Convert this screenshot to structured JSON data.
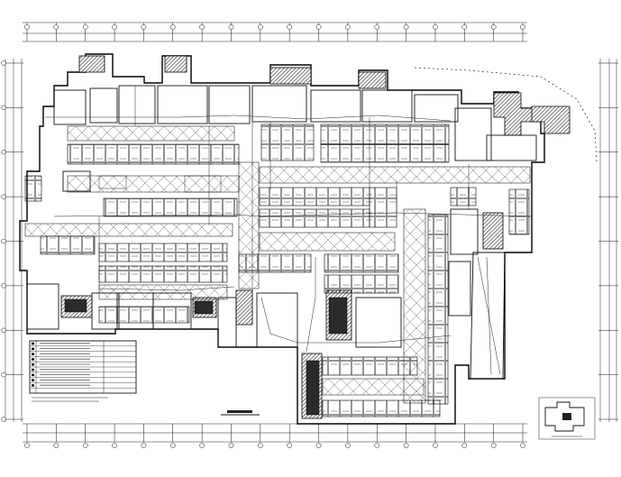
{
  "drawing": {
    "type": "basement floor electrical plan (CAD)",
    "line_color": "#000000",
    "background_color": "#ffffff",
    "hatch_color": "#333333"
  },
  "grid": {
    "top_columns": 18,
    "bottom_columns": 18,
    "left_rows": 9,
    "right_rows": 9
  },
  "legend": {
    "rows": 10
  },
  "keyplan": {
    "present": true
  }
}
